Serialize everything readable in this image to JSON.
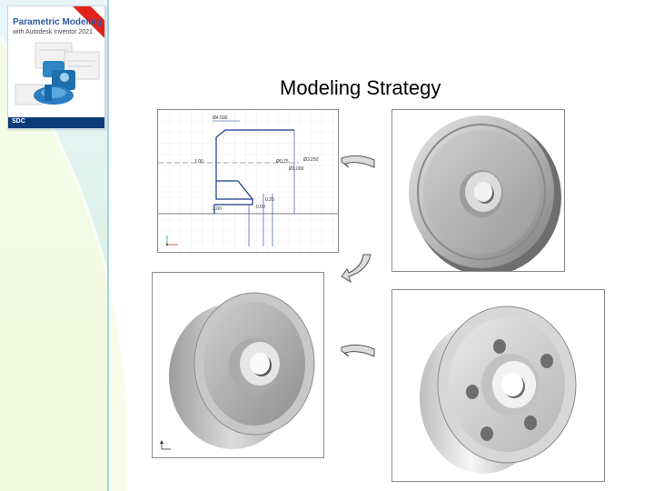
{
  "slide": {
    "title": "Modeling Strategy"
  },
  "book": {
    "title": "Parametric Modeling",
    "subtitle": "with Autodesk Inventor 2021",
    "badge": "",
    "publisher": "SDC"
  },
  "sketch": {
    "dims": [
      "Ø4.500",
      "Ø3.250",
      "Ø1.000",
      "Ø0.75",
      "0.25",
      "0.50",
      "2.00",
      "1.00"
    ]
  },
  "colors": {
    "title_text": "#000000",
    "band_top": "#e8f6fb",
    "band_bottom": "#d9efb8",
    "curve_fill": "#f6fbe6",
    "panel_border": "#8c8c8c",
    "sketch_line": "#1b3a8c",
    "arrow_fill": "#dcdcdc",
    "arrow_stroke": "#555555"
  }
}
